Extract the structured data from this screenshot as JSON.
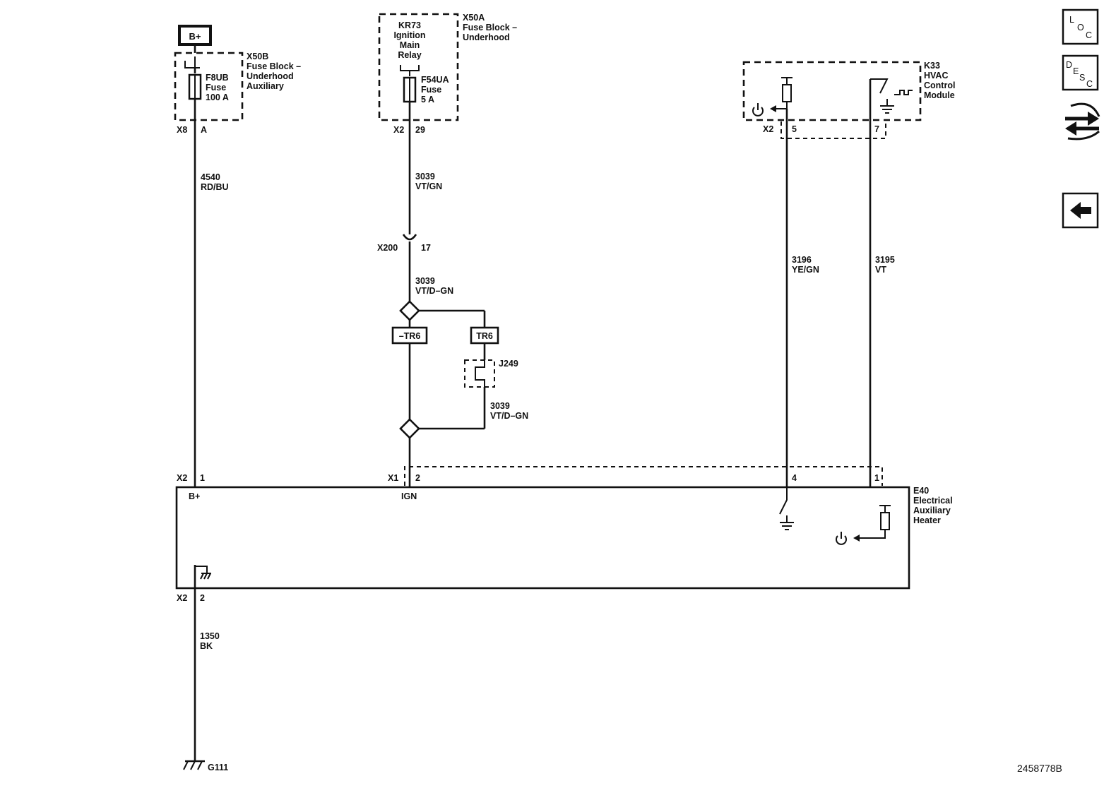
{
  "battery_label": "B+",
  "fuse_block_aux": {
    "id": "X50B",
    "l1": "Fuse Block –",
    "l2": "Underhood",
    "l3": "Auxiliary"
  },
  "fuse_f8ub": {
    "l1": "F8UB",
    "l2": "Fuse",
    "l3": "100 A"
  },
  "fuse_block_uh": {
    "id": "X50A",
    "l1": "Fuse Block –",
    "l2": "Underhood"
  },
  "relay_kr73": {
    "l1": "KR73",
    "l2": "Ignition",
    "l3": "Main",
    "l4": "Relay"
  },
  "fuse_f54ua": {
    "l1": "F54UA",
    "l2": "Fuse",
    "l3": "5 A"
  },
  "hvac": {
    "l1": "K33",
    "l2": "HVAC",
    "l3": "Control",
    "l4": "Module"
  },
  "heater": {
    "l1": "E40",
    "l2": "Electrical",
    "l3": "Auxiliary",
    "l4": "Heater"
  },
  "connectors": {
    "x8": "X8",
    "x8_pin": "A",
    "x2_f54": "X2",
    "x2_f54_pin": "29",
    "x200": "X200",
    "x200_pin": "17",
    "x2_hvac": "X2",
    "hvac_pin5": "5",
    "hvac_pin7": "7",
    "x2_heater": "X2",
    "heater_pin1": "1",
    "x1": "X1",
    "x1_pin2": "2",
    "pin4": "4",
    "pin1": "1",
    "x2_ground": "X2",
    "ground_pin": "2"
  },
  "wires": {
    "w4540_num": "4540",
    "w4540_color": "RD/BU",
    "w3039_top_num": "3039",
    "w3039_top_color": "VT/GN",
    "w3039_mid_num": "3039",
    "w3039_mid_color": "VT/D–GN",
    "w3039_low_num": "3039",
    "w3039_low_color": "VT/D–GN",
    "w3196_num": "3196",
    "w3196_color": "YE/GN",
    "w3195_num": "3195",
    "w3195_color": "VT",
    "w1350_num": "1350",
    "w1350_color": "BK"
  },
  "options": {
    "not_tr6": "–TR6",
    "tr6": "TR6"
  },
  "jumper": "J249",
  "heater_pins": {
    "bplus": "B+",
    "ign": "IGN"
  },
  "ground": "G111",
  "diagram_id": "2458778B",
  "nav": {
    "loc_1": "L",
    "loc_2": "O",
    "loc_3": "C",
    "desc_1": "D",
    "desc_2": "E",
    "desc_3": "S",
    "desc_4": "C"
  }
}
